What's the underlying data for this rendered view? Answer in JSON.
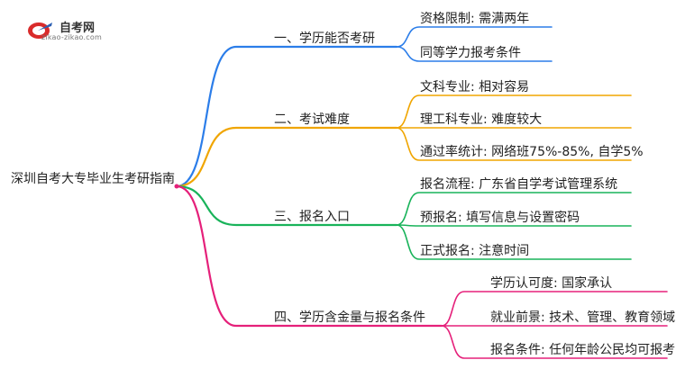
{
  "logo": {
    "name": "自考网",
    "url": "zikao-zikao.com"
  },
  "root": "深圳自考大专毕业生考研指南",
  "colors": {
    "blue": "#2b7de9",
    "orange": "#f0a500",
    "green": "#19b35a",
    "pink": "#e5207a"
  },
  "branches": [
    {
      "label": "一、学历能否考研",
      "color": "#2b7de9",
      "leaves": [
        "资格限制: 需满两年",
        "同等学力报考条件"
      ]
    },
    {
      "label": "二、考试难度",
      "color": "#f0a500",
      "leaves": [
        "文科专业: 相对容易",
        "理工科专业: 难度较大",
        "通过率统计: 网络班75%-85%, 自学5%"
      ]
    },
    {
      "label": "三、报名入口",
      "color": "#19b35a",
      "leaves": [
        "报名流程: 广东省自学考试管理系统",
        "预报名: 填写信息与设置密码",
        "正式报名: 注意时间"
      ]
    },
    {
      "label": "四、学历含金量与报名条件",
      "color": "#e5207a",
      "leaves": [
        "学历认可度: 国家承认",
        "就业前景: 技术、管理、教育领域",
        "报名条件: 任何年龄公民均可报考"
      ]
    }
  ]
}
